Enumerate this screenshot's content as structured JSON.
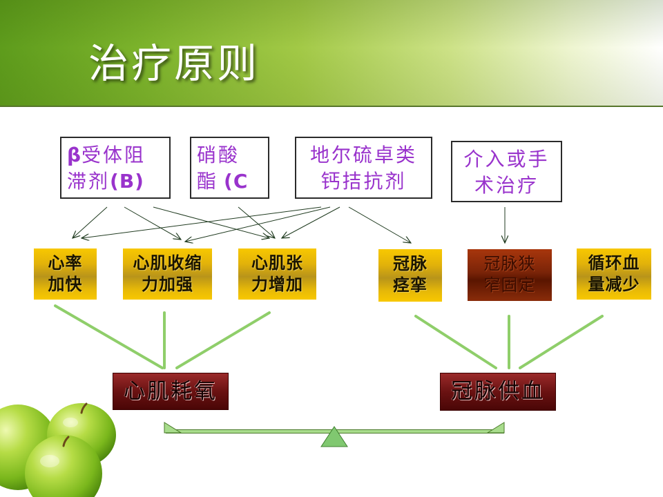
{
  "slide": {
    "title": "治疗原则"
  },
  "treatments": [
    {
      "line1_bold": "β",
      "line1": "受体阻",
      "line2": "滞剂",
      "line2_bold": "(B)"
    },
    {
      "line1": "硝酸",
      "line2": "酯",
      "line2_bold": "(C"
    },
    {
      "line1": "地尔硫卓类",
      "line2": "钙拮抗剂"
    },
    {
      "line1": "介入或手",
      "line2": "术治疗"
    }
  ],
  "factors": [
    {
      "line1": "心率",
      "line2": "加快"
    },
    {
      "line1": "心肌收缩",
      "line2": "力加强"
    },
    {
      "line1": "心肌张",
      "line2": "力增加"
    },
    {
      "line1": "冠脉",
      "line2": "痉挛"
    },
    {
      "line1": "冠脉狭",
      "line2": "窄固定"
    },
    {
      "line1": "循环血",
      "line2": "量减少"
    }
  ],
  "outcomes": [
    {
      "label": "心肌耗氧"
    },
    {
      "label": "冠脉供血"
    }
  ],
  "colors": {
    "treatment_text": "#9933cc",
    "factor_fill": "#f8c800",
    "stenosis_fill": "#7a2408",
    "outcome_fill": "#6a1212",
    "link_green": "#8fce6a",
    "arrow": "#1f3a1f"
  }
}
